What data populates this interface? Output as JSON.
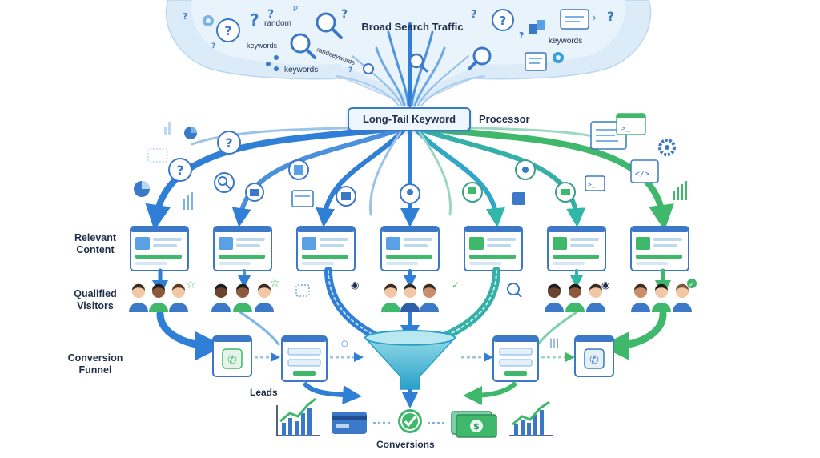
{
  "cloud": {
    "title": "Broad Search Traffic",
    "words": [
      "random",
      "keywords",
      "keywords",
      "randeeywords",
      "keywords"
    ],
    "p_glyph": "P"
  },
  "processor": {
    "box_label": "Long-Tail Keyword",
    "side_label": "Processor"
  },
  "rows": {
    "relevant": "Relevant Content",
    "qualified": "Qualified Visitors",
    "funnel": "Conversion Funnel"
  },
  "leads_label": "Leads",
  "conversions_label": "Conversions",
  "code_glyphs": [
    ">_",
    "</>",
    ">_"
  ],
  "colors": {
    "blue": "#2f7fd6",
    "teal": "#2fb7a8",
    "green": "#3fb86b",
    "cloud": "#dbeaf7",
    "dark": "#1f2f4a"
  }
}
